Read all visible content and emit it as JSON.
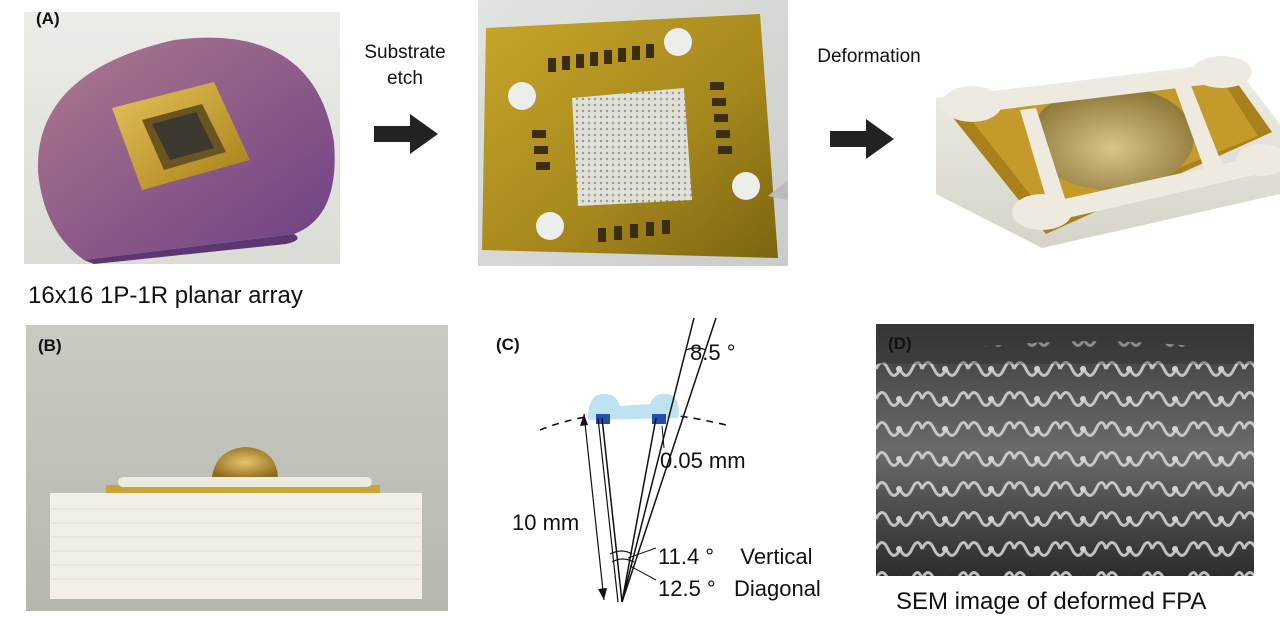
{
  "panels": {
    "A": {
      "label": "(A)",
      "caption": "16x16 1P-1R planar array"
    },
    "B": {
      "label": "(B)"
    },
    "C": {
      "label": "(C)",
      "angle_top": "8.5 °",
      "thickness": "0.05 mm",
      "radius": "10 mm",
      "angle_vertical_value": "11.4 °",
      "angle_vertical_label": "Vertical",
      "angle_diagonal_value": "12.5 °",
      "angle_diagonal_label": "Diagonal"
    },
    "D": {
      "label": "(D)",
      "caption": "SEM image of deformed FPA"
    }
  },
  "steps": {
    "etch_line1": "Substrate",
    "etch_line2": "etch",
    "deform": "Deformation"
  },
  "colors": {
    "wafer": "#8a5a86",
    "polyimide": "#c9a227",
    "sensor_blue": "#1f4fb0",
    "lens_light_blue": "#bfe2f2"
  }
}
